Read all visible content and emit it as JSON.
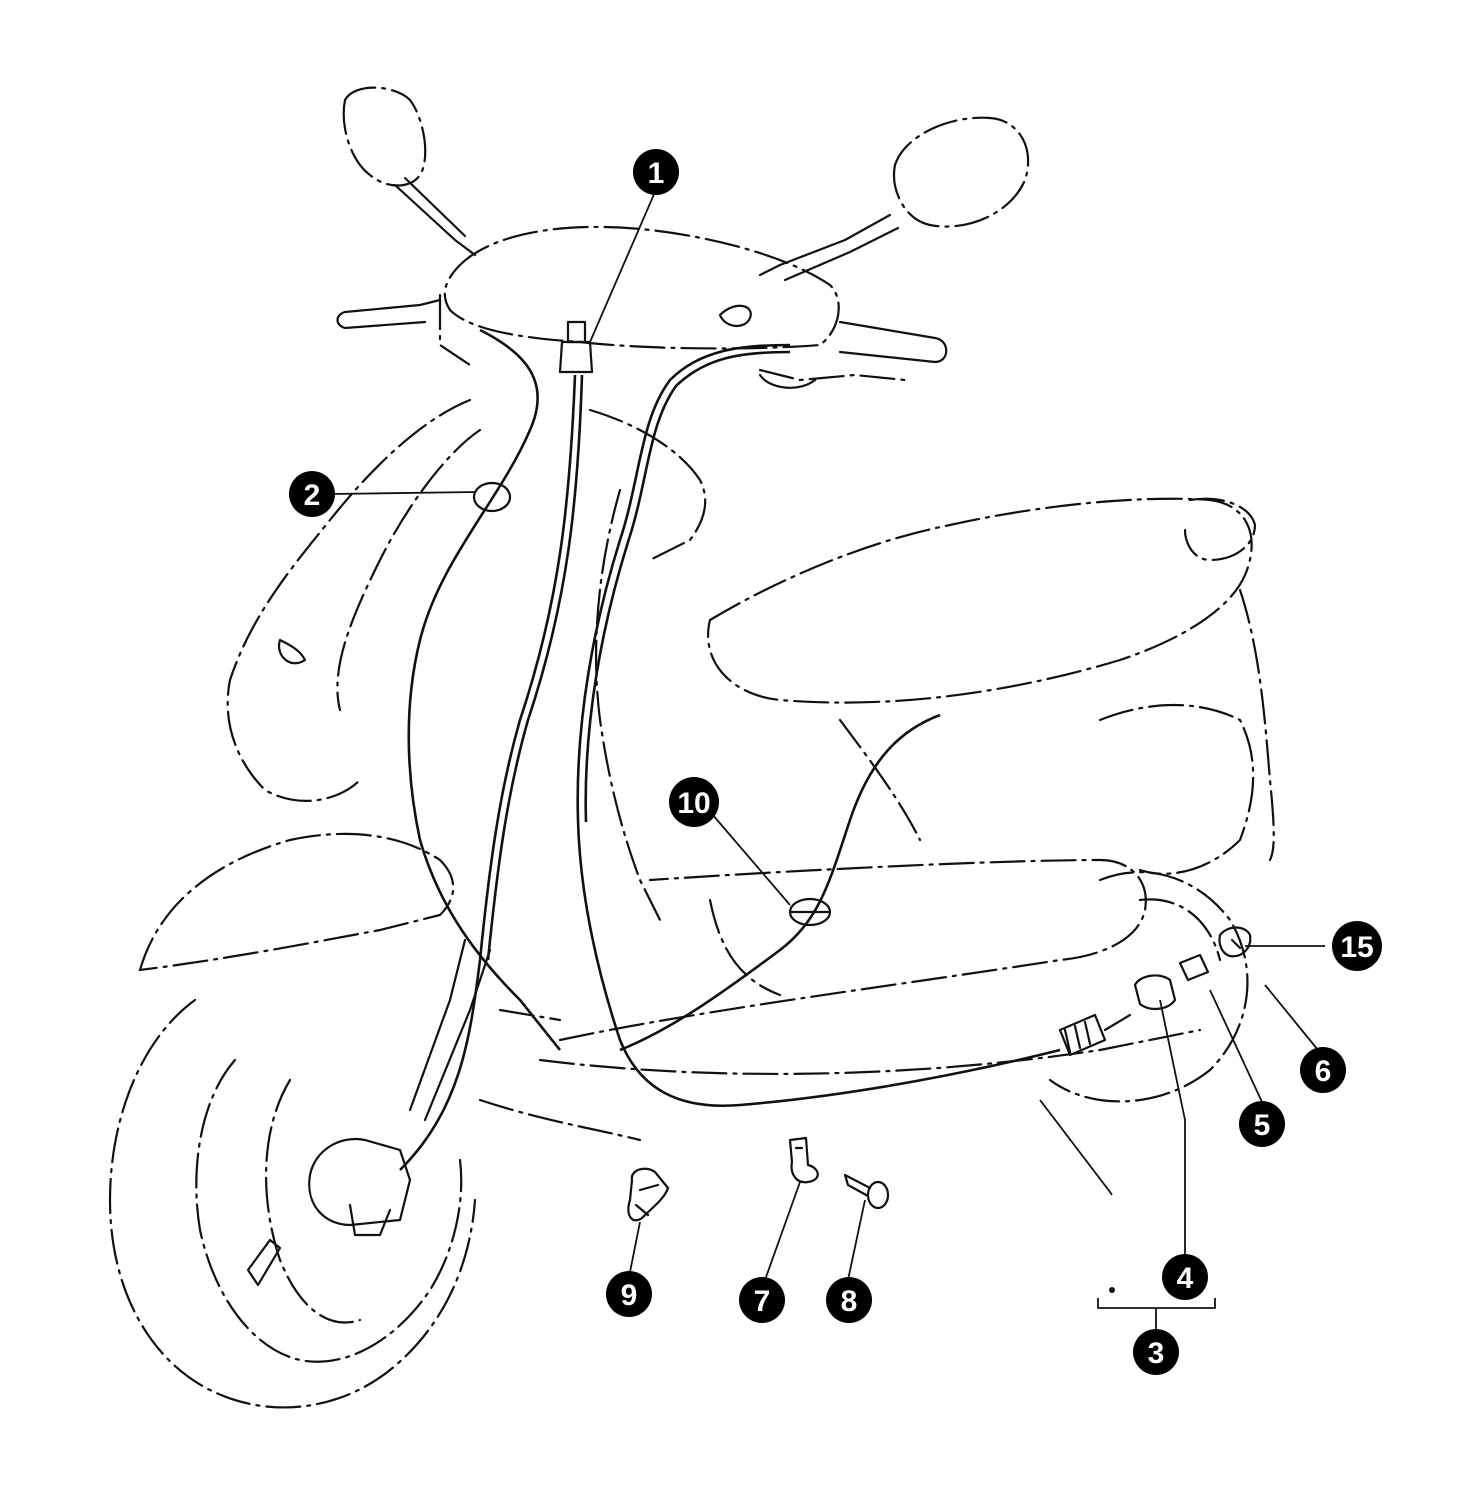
{
  "callouts": [
    {
      "id": "1",
      "label": "1"
    },
    {
      "id": "2",
      "label": "2"
    },
    {
      "id": "3",
      "label": "3"
    },
    {
      "id": "4",
      "label": "4"
    },
    {
      "id": "5",
      "label": "5"
    },
    {
      "id": "6",
      "label": "6"
    },
    {
      "id": "7",
      "label": "7"
    },
    {
      "id": "8",
      "label": "8"
    },
    {
      "id": "9",
      "label": "9"
    },
    {
      "id": "10",
      "label": "10"
    },
    {
      "id": "15",
      "label": "15"
    }
  ]
}
